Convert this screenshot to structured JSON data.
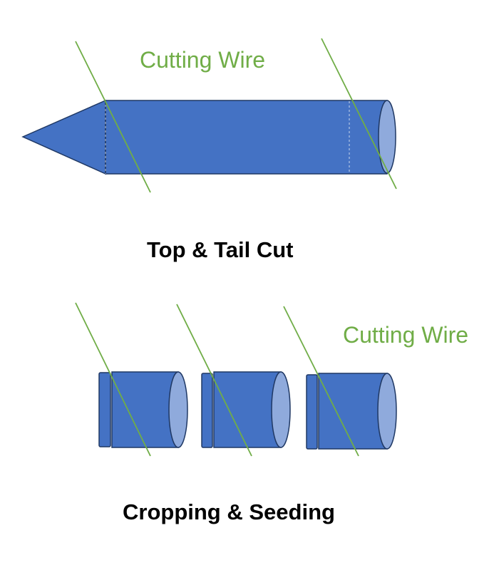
{
  "top_section": {
    "wire_label": "Cutting Wire",
    "caption": "Top & Tail Cut"
  },
  "bottom_section": {
    "wire_label": "Cutting Wire",
    "caption": "Cropping & Seeding"
  },
  "colors": {
    "ingot_body": "#4472C4",
    "ingot_end_face": "#8FAADC",
    "outline": "#1F3864",
    "cutting_wire": "#70AD47",
    "caption_text": "#000000"
  }
}
